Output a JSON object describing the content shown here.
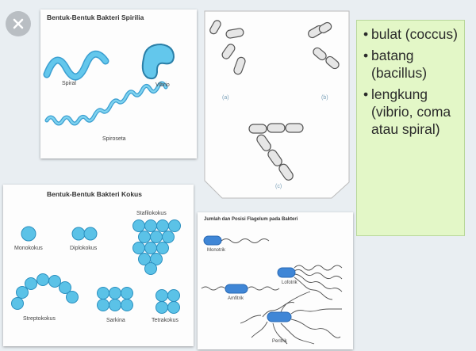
{
  "panels": {
    "spirilia": {
      "title": "Bentuk-Bentuk Bakteri Spirilia",
      "labels": {
        "spiral": "Spiral",
        "vibrio": "Vibrio",
        "spiroseta": "Spiroseta"
      }
    },
    "bacillus": {
      "labels": {
        "a": "(a)",
        "b": "(b)",
        "c": "(c)"
      }
    },
    "kokus": {
      "title": "Bentuk-Bentuk Bakteri Kokus",
      "labels": {
        "monokokus": "Monokokus",
        "diplokokus": "Diplokokus",
        "stafilokokus": "Stafilokokus",
        "streptokokus": "Streptokokus",
        "sarkina": "Sarkina",
        "tetrakokus": "Tetrakokus"
      }
    },
    "flagella": {
      "title": "Jumlah dan Posisi Flagelum pada Bakteri",
      "labels": {
        "monotrik": "Monotrik",
        "lofotrik": "Lofotrik",
        "amfitrik": "Amfitrik",
        "peritrik": "Peritrik"
      }
    }
  },
  "bullets": [
    {
      "dot": "•",
      "text": "bulat (coccus)"
    },
    {
      "dot": "•",
      "text": "batang (bacillus)"
    },
    {
      "dot": "•",
      "text": "lengkung (vibrio, coma atau spiral)"
    }
  ],
  "colors": {
    "bacteria": "#5bc2e7",
    "bacteria_dark": "#2a8fbf",
    "rod_fill": "#e6e6e6",
    "note_bg": "#e3f7c7"
  },
  "icons": {
    "close": "close-icon"
  }
}
